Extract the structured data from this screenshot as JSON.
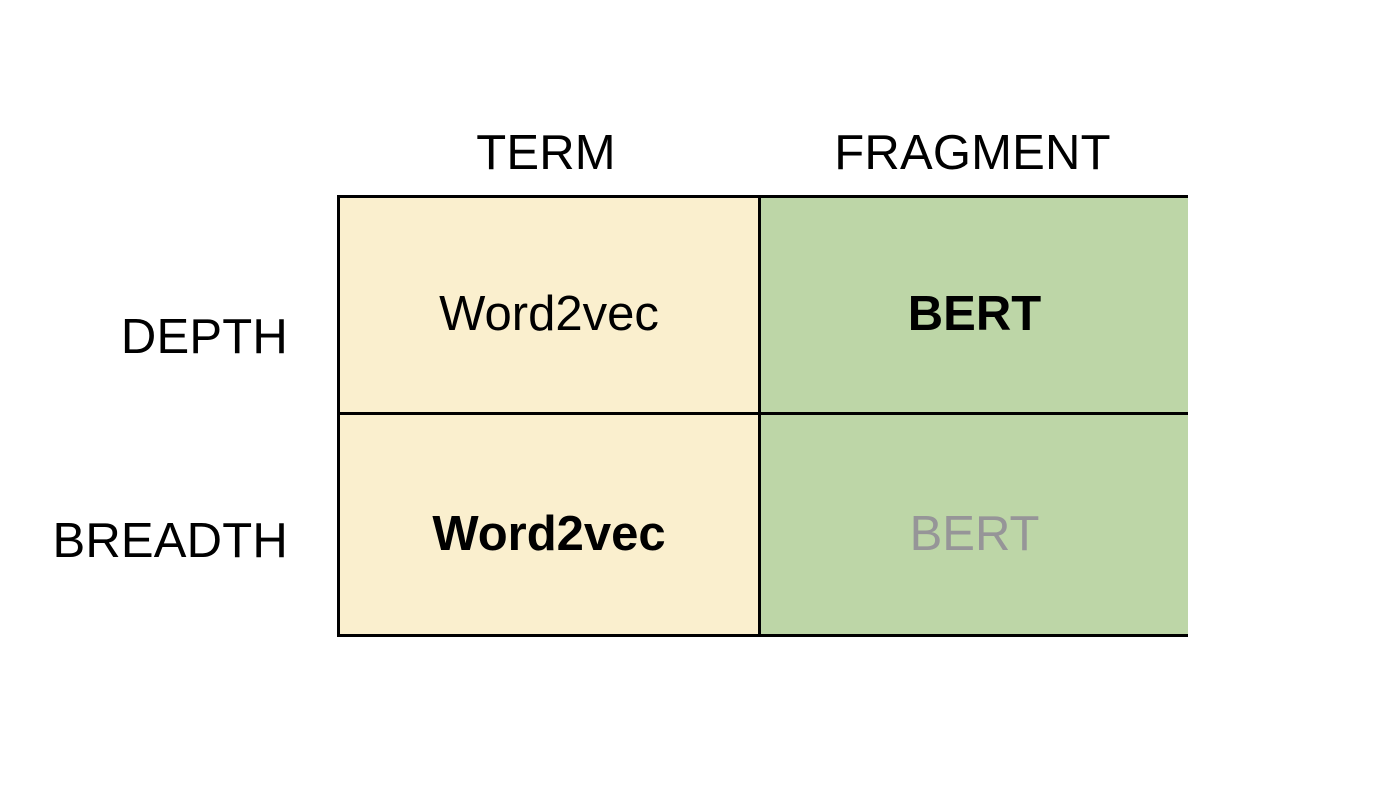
{
  "figure": {
    "type": "2x2-matrix",
    "background_color": "#FFFFFF"
  },
  "columns": [
    {
      "id": "term",
      "label": "TERM",
      "fill_color": "#FAEFCE"
    },
    {
      "id": "fragment",
      "label": "FRAGMENT",
      "fill_color": "#BDD6A7"
    }
  ],
  "rows": [
    {
      "id": "depth",
      "label": "DEPTH"
    },
    {
      "id": "breadth",
      "label": "BREADTH"
    }
  ],
  "cells": [
    {
      "row": "depth",
      "column": "term",
      "text": "Word2vec",
      "emphasis": "normal",
      "text_color": "#000000"
    },
    {
      "row": "depth",
      "column": "fragment",
      "text": "BERT",
      "emphasis": "bold",
      "text_color": "#000000"
    },
    {
      "row": "breadth",
      "column": "term",
      "text": "Word2vec",
      "emphasis": "bold",
      "text_color": "#000000"
    },
    {
      "row": "breadth",
      "column": "fragment",
      "text": "BERT",
      "emphasis": "muted",
      "text_color": "#969598"
    }
  ],
  "styles": {
    "border_color": "#000000",
    "text_color": "#000000",
    "muted_text_color": "#969598"
  }
}
